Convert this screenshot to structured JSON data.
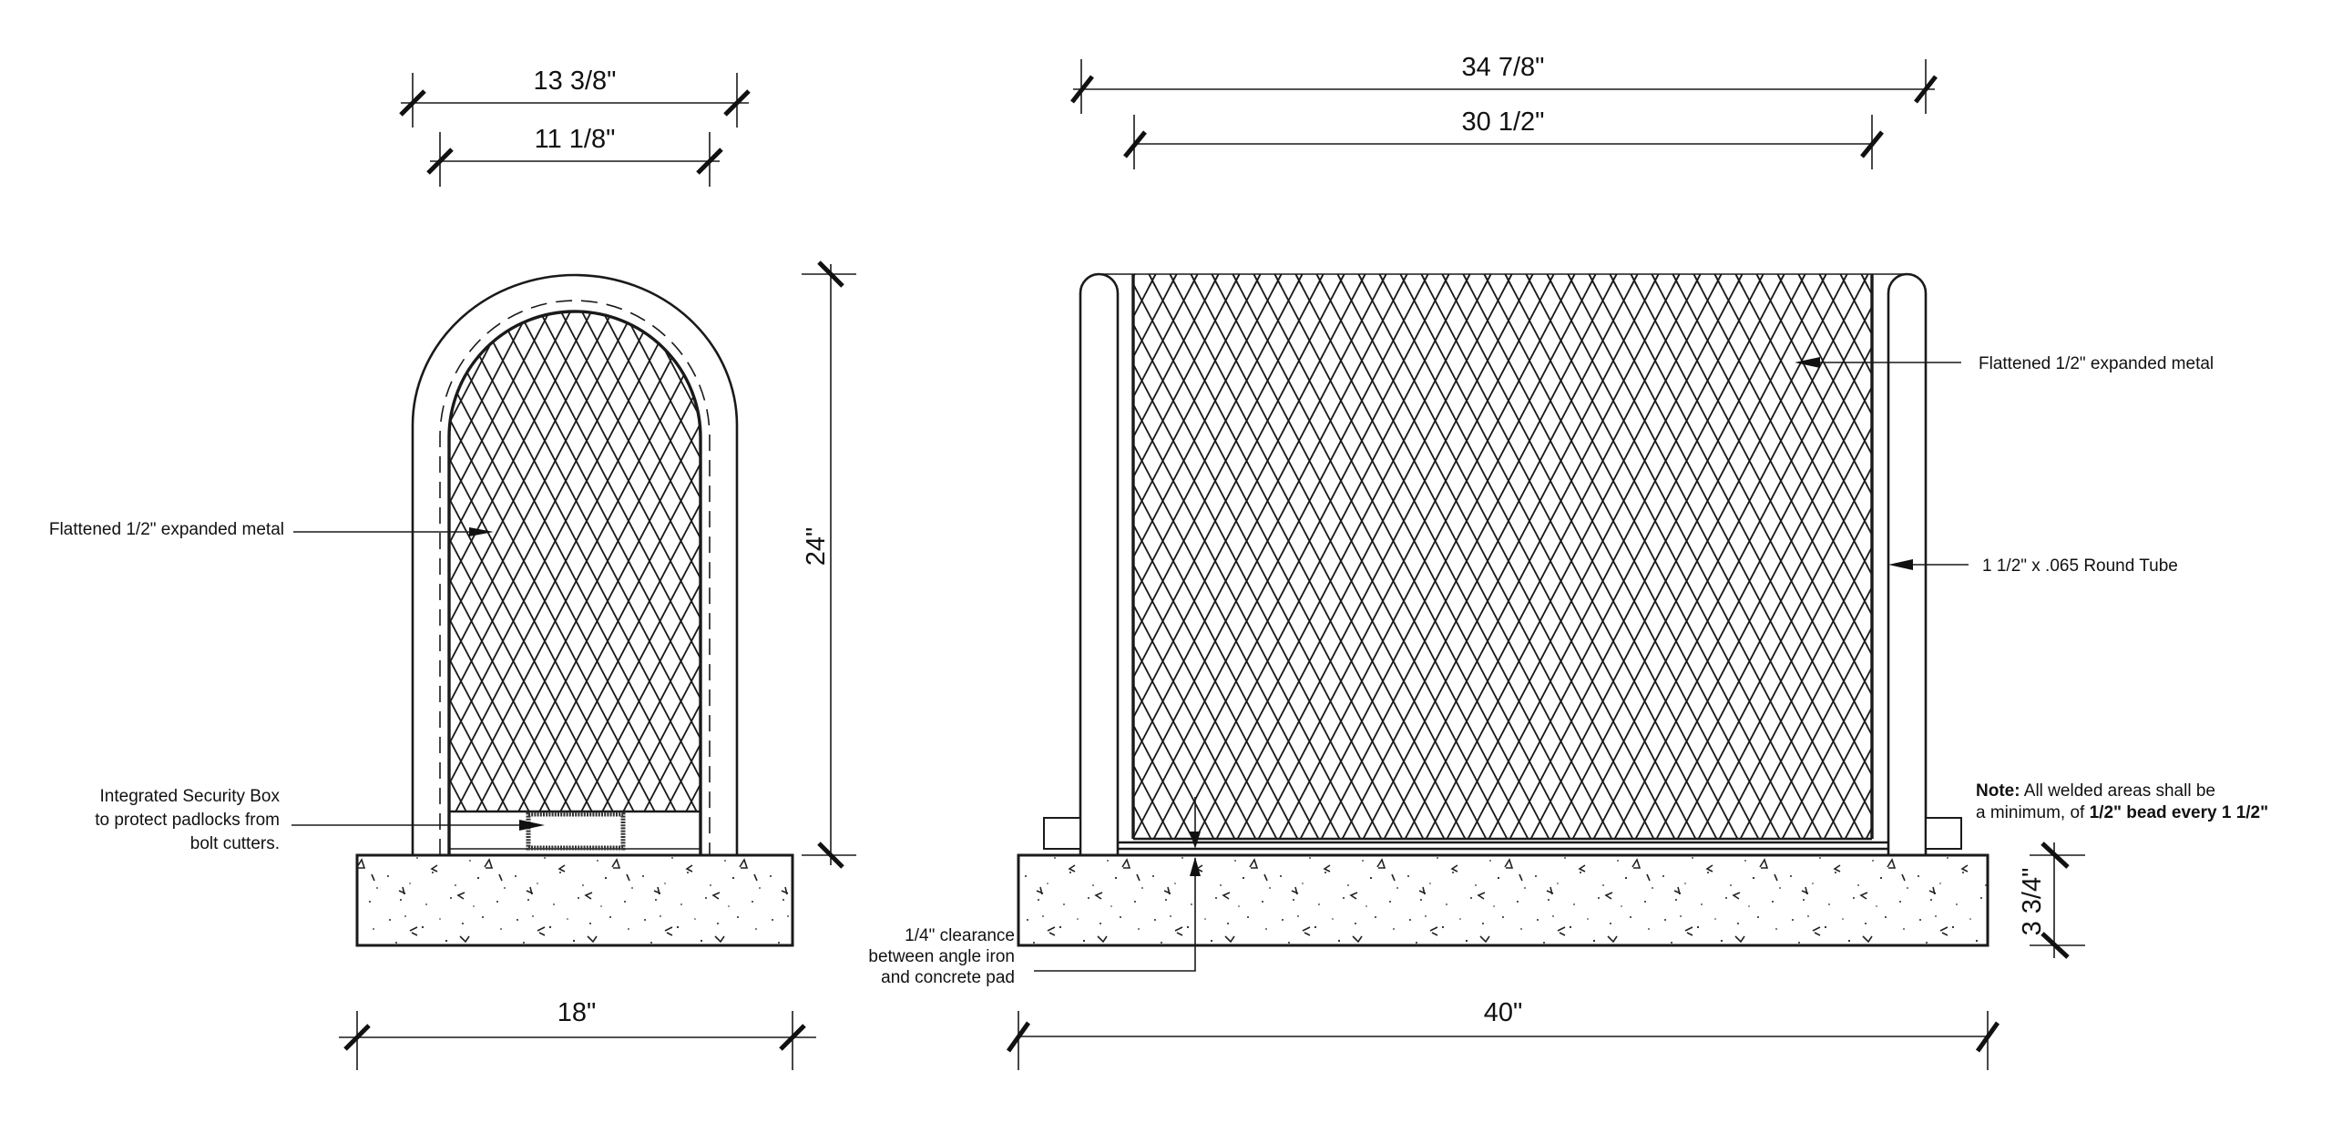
{
  "drawing": {
    "colors": {
      "line": "#1a1a1a",
      "background": "#ffffff",
      "text": "#111111"
    },
    "left_view": {
      "dimensions": {
        "outer_width": "13 3/8\"",
        "inner_width": "11 1/8\"",
        "height": "24\"",
        "pad_width": "18\""
      },
      "labels": {
        "mesh": "Flattened 1/2\" expanded metal",
        "security_box_line1": "Integrated Security Box",
        "security_box_line2": "to protect padlocks from",
        "security_box_line3": "bolt cutters."
      }
    },
    "right_view": {
      "dimensions": {
        "outer_width": "34 7/8\"",
        "inner_width": "30 1/2\"",
        "pad_width": "40\"",
        "pad_height": "3 3/4\""
      },
      "labels": {
        "mesh": "Flattened 1/2\" expanded metal",
        "tube": "1 1/2\" x .065 Round Tube",
        "clearance_line1": "1/4\" clearance",
        "clearance_line2": "between angle iron",
        "clearance_line3": "and concrete pad",
        "note_prefix": "Note:",
        "note_line1_rest": " All welded areas shall be",
        "note_line2_plain": "a minimum, of ",
        "note_line2_bold": "1/2\" bead every 1 1/2\""
      }
    }
  }
}
